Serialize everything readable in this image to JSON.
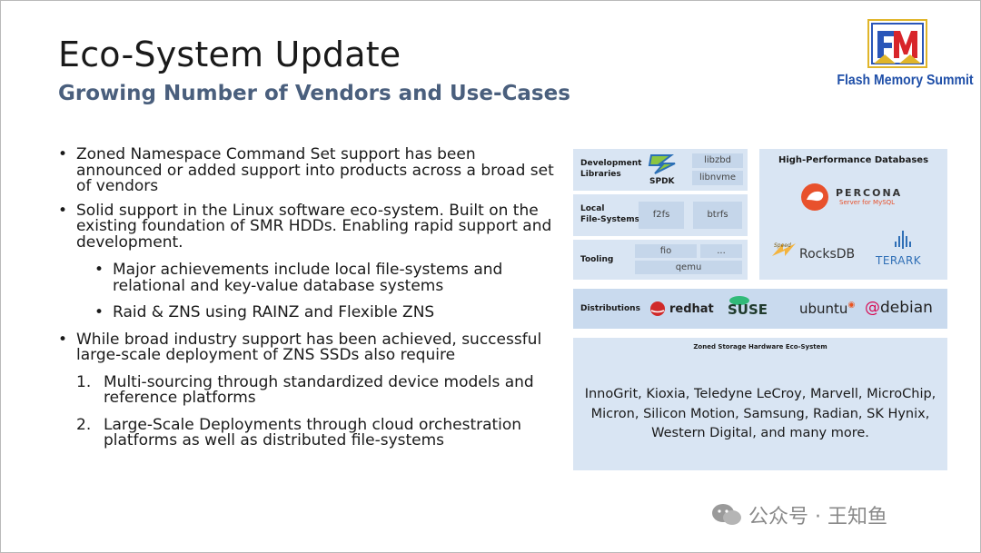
{
  "title": "Eco-System Update",
  "subtitle": "Growing Number of Vendors and Use-Cases",
  "logo": {
    "text": "Flash Memory Summit"
  },
  "bullets": {
    "b1": "Zoned Namespace Command Set support has been announced or added support into products across a broad set of vendors",
    "b2": "Solid support in the Linux software eco-system. Built on the existing foundation of SMR HDDs. Enabling rapid support and development.",
    "b2_sub1": "Major achievements include local file-systems and relational and key-value database systems",
    "b2_sub2": "Raid & ZNS using RAINZ and Flexible ZNS",
    "b3": "While broad industry support has been achieved, successful large-scale deployment of ZNS SSDs also require",
    "b3_n1_num": "1.",
    "b3_n1": "Multi-sourcing through standardized device models and reference platforms",
    "b3_n2_num": "2.",
    "b3_n2": "Large-Scale Deployments through cloud orchestration platforms as well as distributed file-systems"
  },
  "diagram": {
    "devlib": {
      "label_l1": "Development",
      "label_l2": "Libraries",
      "spdk": "SPDK",
      "items": [
        "libzbd",
        "libnvme"
      ]
    },
    "localfs": {
      "label_l1": "Local",
      "label_l2": "File-Systems",
      "items": [
        "f2fs",
        "btrfs"
      ]
    },
    "tooling": {
      "label": "Tooling",
      "items": [
        "fio",
        "...",
        "qemu"
      ]
    },
    "databases": {
      "title": "High-Performance Databases",
      "percona": "PERCONA",
      "percona_sub": "Server for MySQL",
      "rocksdb": "RocksDB",
      "rocksdb_tag": "Speed",
      "terark": "TERARK"
    },
    "distributions": {
      "label": "Distributions",
      "items": [
        "redhat",
        "SUSE",
        "ubuntu",
        "debian"
      ]
    },
    "hardware": {
      "title": "Zoned Storage Hardware Eco-System",
      "line1": "InnoGrit, Kioxia, Teledyne LeCroy, Marvell, MicroChip,",
      "line2": "Micron, Silicon Motion, Samsung, Radian, SK Hynix,",
      "line3": "Western Digital, and many more."
    }
  },
  "watermark": "公众号 · 王知鱼",
  "colors": {
    "subtitle": "#4a5f7d",
    "panel": "#d9e5f3",
    "inner": "#c5d6ea",
    "logo_blue": "#1f4fa8"
  }
}
